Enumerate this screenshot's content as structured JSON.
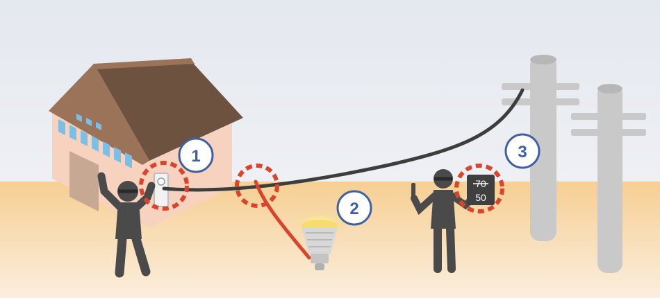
{
  "colors": {
    "sky_top": "#e4e8ef",
    "sky_bottom": "#eef0f4",
    "ground_top": "#f6cf93",
    "ground_bottom": "#fbeede",
    "wall": "#f7d3bf",
    "roof": "#9a7358",
    "roof_dark": "#6e5240",
    "window": "#7cbfe6",
    "door": "#c7a892",
    "figure": "#4a4a4a",
    "wire": "#3d3d3d",
    "tap_wire": "#d9442b",
    "highlight": "#d9442b",
    "badge_stroke": "#3e5fa3",
    "badge_text": "#3e5fa3",
    "pole": "#c9c9c9",
    "pole_dark": "#b7b7b7",
    "bulb_glow": "#f6dd6a",
    "bulb_body": "#d8d8d8"
  },
  "badges": [
    {
      "label": "1"
    },
    {
      "label": "2"
    },
    {
      "label": "3"
    }
  ],
  "meter_sign": {
    "old_value": "70",
    "new_value": "50"
  },
  "icons": {
    "house": "house-icon",
    "meter": "electric-meter-icon",
    "bulb": "light-bulb-icon",
    "pole": "utility-pole-icon",
    "thief": "thief-figure-icon"
  }
}
